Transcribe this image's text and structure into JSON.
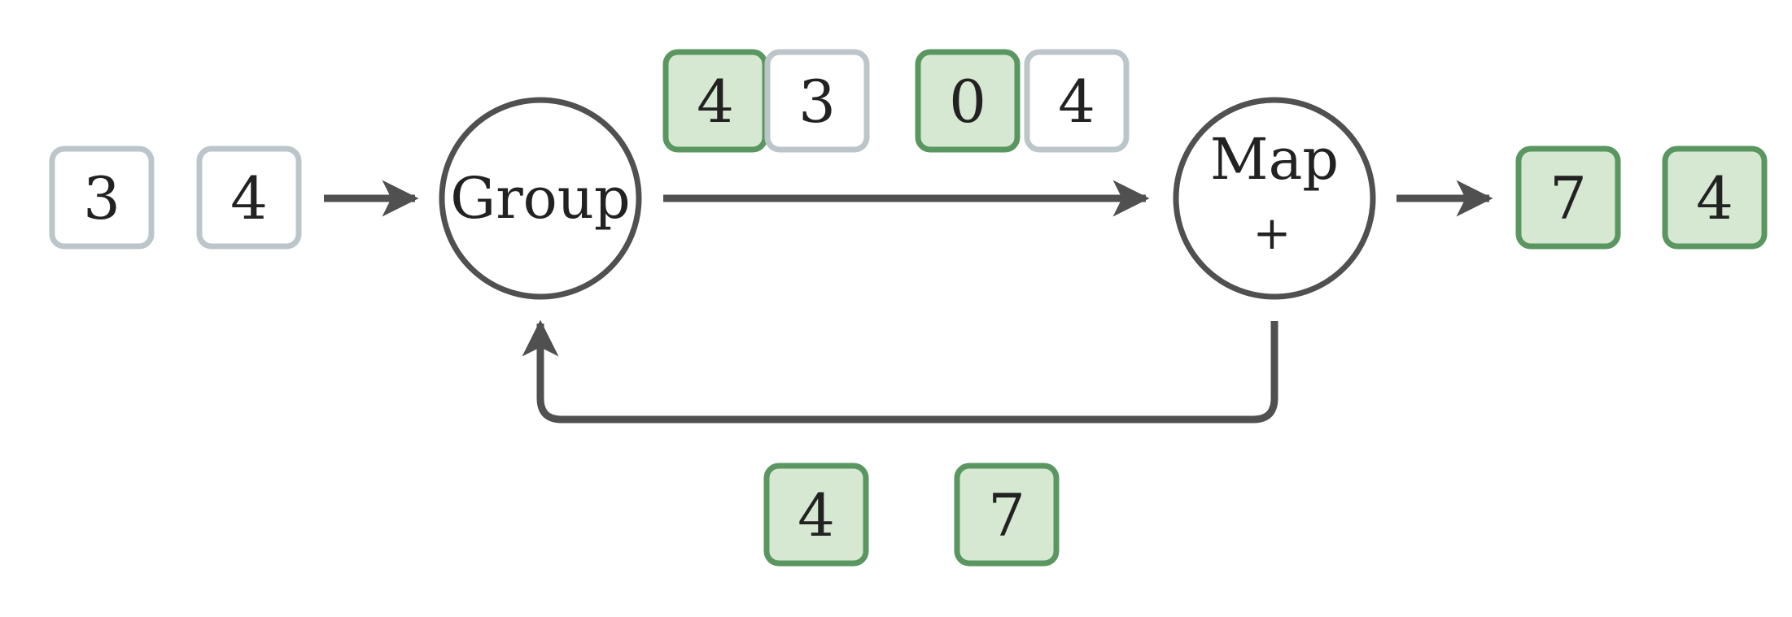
{
  "colors": {
    "arrow": "#505050",
    "node_stroke": "#505050",
    "plain_border": "#bcc6ca",
    "plain_fill": "#ffffff",
    "highlight_border": "#5a9660",
    "highlight_fill": "#d6e8d2",
    "text": "#222222"
  },
  "nodes": {
    "group": {
      "label": "Group"
    },
    "map": {
      "label": "Map",
      "operator": "+"
    }
  },
  "input": [
    "3",
    "4"
  ],
  "pairs": [
    [
      {
        "value": "4",
        "highlighted": true
      },
      {
        "value": "3",
        "highlighted": false
      }
    ],
    [
      {
        "value": "0",
        "highlighted": true
      },
      {
        "value": "4",
        "highlighted": false
      }
    ]
  ],
  "output": [
    "7",
    "4"
  ],
  "feedback": [
    "4",
    "7"
  ]
}
